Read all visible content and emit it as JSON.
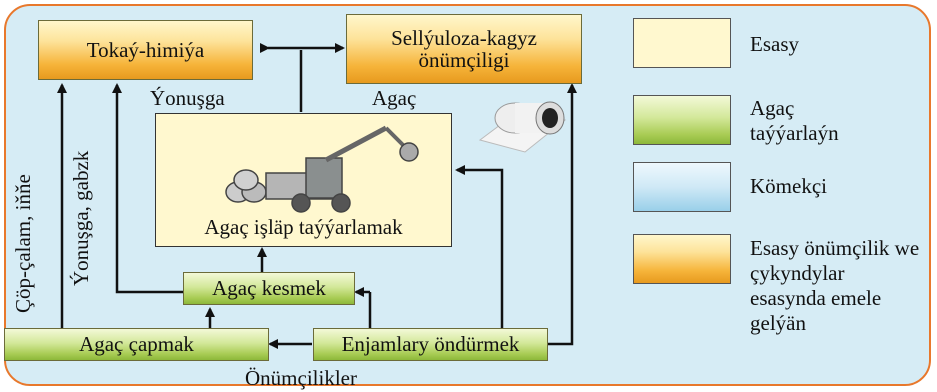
{
  "nodes": {
    "tokay": "Tokaý-himiýa",
    "sellyuloza": "Sellýuloza-kagyz önümçiligi",
    "agac_islap": "Agaç işläp taýýarlamak",
    "agac_kesmek": "Agaç kesmek",
    "agac_capmak": "Agaç çapmak",
    "enjamlary": "Enjamlary öndürmek"
  },
  "labels": {
    "yonusga": "Ýonuşga",
    "agac": "Agaç",
    "cop_calam": "Çöp-çalam, iňňe",
    "yonusga_gabzk": "Ýonuşga, gabzk",
    "onumcilikler": "Önümçilikler"
  },
  "legend": {
    "esasy": "Esasy",
    "agac_tayyarlayan": "Agaç taýýarlaýn",
    "komekci": "Kömekçi",
    "esasy_onumcilik": "Esasy önümçilik we çykyndylar esasynda emele gelýän"
  },
  "colors": {
    "border": "#e8782c",
    "background": "#d6ecf5",
    "orange": "#f6b43a",
    "green": "#a9cc55",
    "cream": "#fff8cf",
    "blue": "#99cfe9"
  },
  "icons": {
    "machine": "forestry-harvester-icon",
    "paper": "paper-roll-icon"
  }
}
